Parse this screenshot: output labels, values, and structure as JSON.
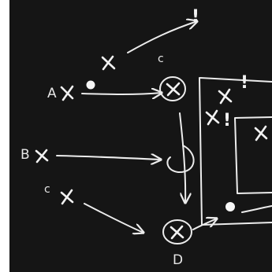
{
  "diagram": {
    "labels": {
      "a": "A",
      "b": "B",
      "c_left": "c",
      "c_top": "c",
      "d": "D"
    },
    "exclamations": {
      "top": "!",
      "box_upper": "!",
      "box_left": "!"
    },
    "colors": {
      "board": "#151515",
      "chalk": "#ececec"
    }
  }
}
